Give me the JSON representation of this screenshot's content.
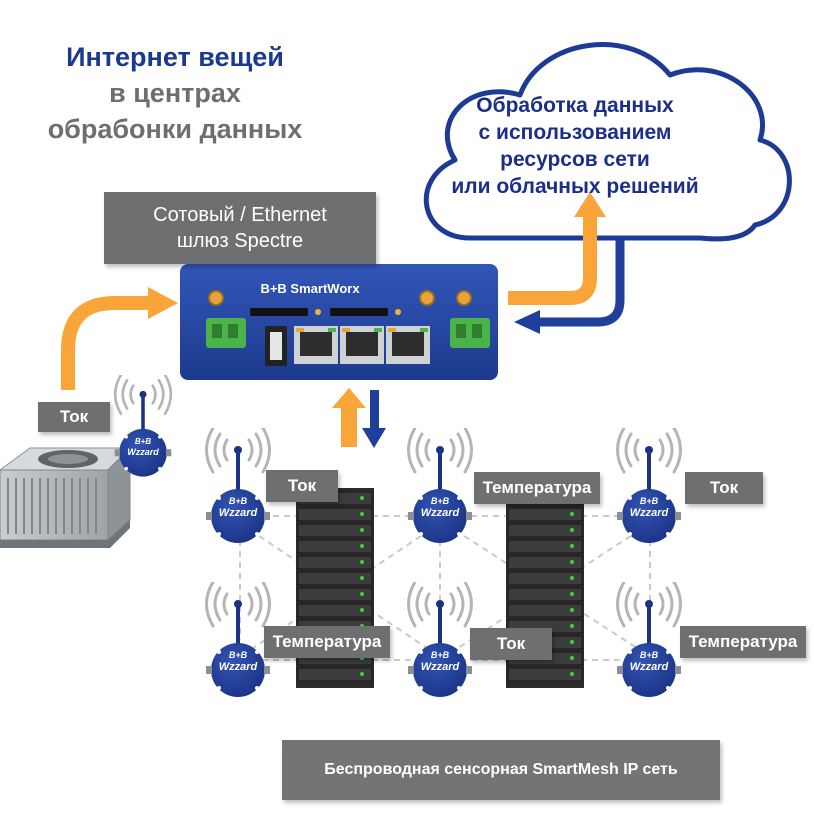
{
  "title": {
    "line1": "Интернет вещей",
    "line2": "в центрах",
    "line3": "обрабонки данных"
  },
  "cloud": {
    "line1": "Обработка данных",
    "line2": "с использованием",
    "line3": "ресурсов сети",
    "line4": "или облачных решений"
  },
  "gateway_callout": {
    "line1": "Сотовый / Ethernet",
    "line2": "шлюз Spectre"
  },
  "router": {
    "brand": "B+B SmartWorx"
  },
  "sensor_brand": {
    "logo": "B+B",
    "name": "Wzzard"
  },
  "labels": {
    "ac": "Ток",
    "s1": "Ток",
    "s2": "Температура",
    "s3": "Ток",
    "s4": "Температура",
    "s5": "Ток",
    "s6": "Температура"
  },
  "network_banner": "Беспроводная сенсорная SmartMesh IP сеть",
  "colors": {
    "title_blue": "#1b3a8f",
    "title_gray": "#6d6e70",
    "orange_arrow": "#f9a53a",
    "blue_arrow": "#1f3f9a",
    "router_blue": "#2547a3",
    "callout_gray": "#6e6f71",
    "sensor_blue": "#23409a"
  }
}
